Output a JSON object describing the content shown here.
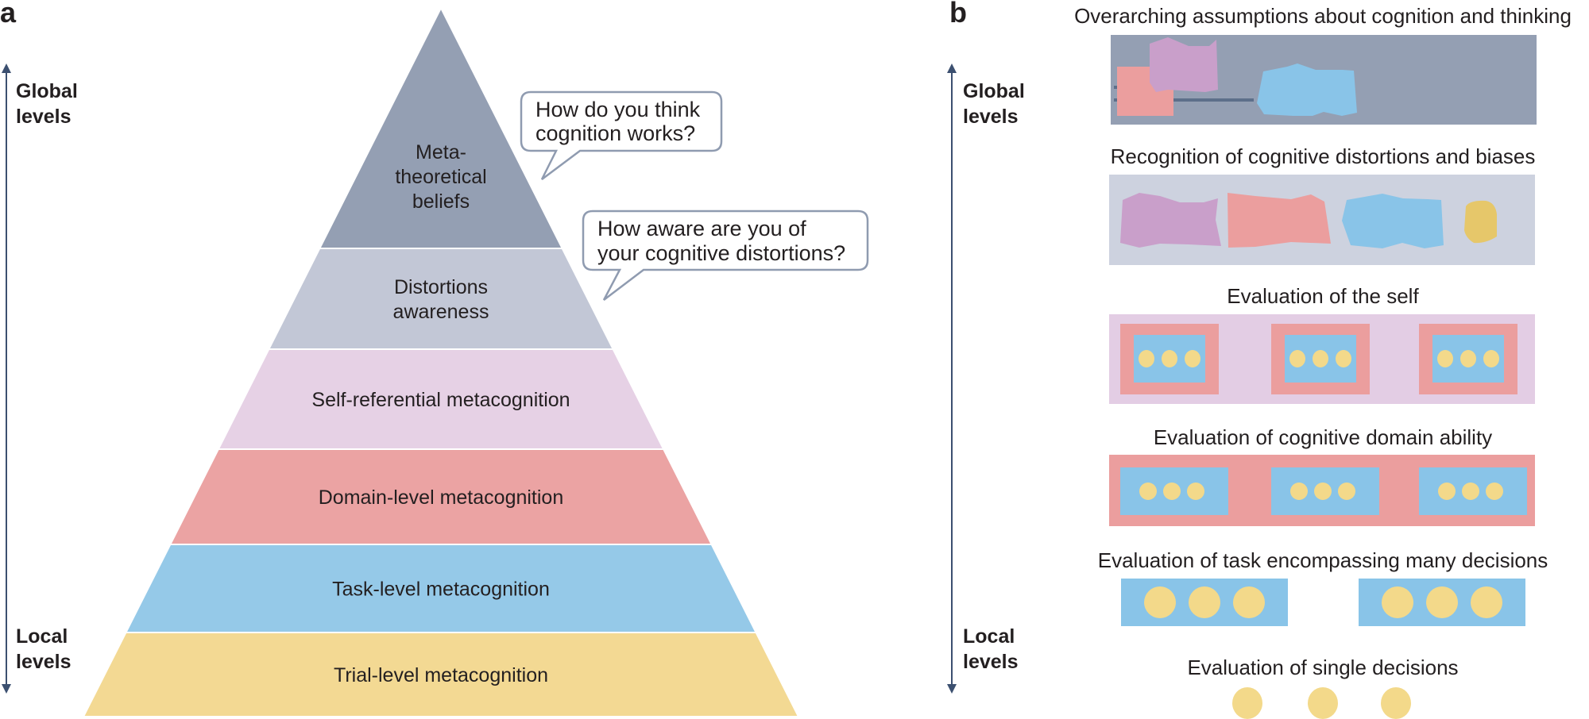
{
  "panel_a": {
    "letter": "a",
    "axis": {
      "top_label": [
        "Global",
        "levels"
      ],
      "bottom_label": [
        "Local",
        "levels"
      ]
    },
    "tiers": [
      {
        "label": [
          "Meta-",
          "theoretical",
          "beliefs"
        ],
        "color": "#949fb3"
      },
      {
        "label": [
          "Distortions",
          "awareness"
        ],
        "color": "#c2c7d6"
      },
      {
        "label": [
          "Self-referential metacognition"
        ],
        "color": "#e6d1e5"
      },
      {
        "label": [
          "Domain-level metacognition"
        ],
        "color": "#eba3a3"
      },
      {
        "label": [
          "Task-level metacognition"
        ],
        "color": "#95c9e8"
      },
      {
        "label": [
          "Trial-level metacognition"
        ],
        "color": "#f3d993"
      }
    ],
    "bubbles": [
      {
        "text": [
          "How do you think",
          "cognition works?"
        ]
      },
      {
        "text": [
          "How aware are you of",
          "your cognitive distortions?"
        ]
      }
    ]
  },
  "panel_b": {
    "letter": "b",
    "axis": {
      "top_label": [
        "Global",
        "levels"
      ],
      "bottom_label": [
        "Local",
        "levels"
      ]
    },
    "levels": [
      {
        "title": "Overarching assumptions about cognition and thinking"
      },
      {
        "title": "Recognition of cognitive distortions and biases"
      },
      {
        "title": "Evaluation of the self"
      },
      {
        "title": "Evaluation of cognitive domain ability"
      },
      {
        "title": "Evaluation of task encompassing many decisions"
      },
      {
        "title": "Evaluation of single decisions"
      }
    ]
  },
  "colors": {
    "axis": "#3c5070",
    "slate": "#949fb3",
    "slate_dark": "#5d6f8a",
    "lavender_bg": "#cdd2df",
    "pink_light": "#e6d1e5",
    "salmon": "#eb9e9e",
    "blue": "#89c4e8",
    "yellow": "#f3d98a",
    "mustard": "#e6c76a",
    "purple": "#c99fca",
    "bubble_border": "#8f9bb0"
  }
}
